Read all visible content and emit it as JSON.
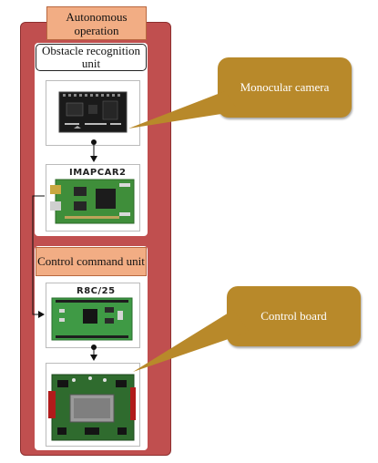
{
  "outer_title": "Autonomous operation",
  "obstacle_unit_label": "Obstacle recognition unit",
  "control_unit_label": "Control command unit",
  "board_labels": {
    "imapcar": "IMAPCAR2",
    "r8c": "R8C/25"
  },
  "callouts": {
    "camera": "Monocular camera",
    "control_board": "Control board"
  },
  "colors": {
    "outer_fill": "#c04f4f",
    "label_fill": "#f2ad84",
    "callout_fill": "#b8892a",
    "pcb_green": "#3f8e3a",
    "pcb_black": "#1a1a1a"
  },
  "icons": [
    "camera-board-photo",
    "imapcar2-board-photo",
    "r8c-board-photo",
    "control-board-photo"
  ]
}
